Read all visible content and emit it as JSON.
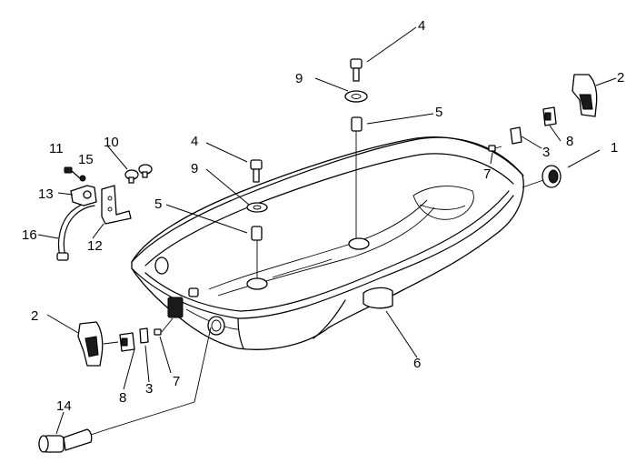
{
  "callouts": [
    {
      "id": "c1",
      "text": "1"
    },
    {
      "id": "c2a",
      "text": "2"
    },
    {
      "id": "c2b",
      "text": "2"
    },
    {
      "id": "c3a",
      "text": "3"
    },
    {
      "id": "c3b",
      "text": "3"
    },
    {
      "id": "c4a",
      "text": "4"
    },
    {
      "id": "c4b",
      "text": "4"
    },
    {
      "id": "c5a",
      "text": "5"
    },
    {
      "id": "c5b",
      "text": "5"
    },
    {
      "id": "c6",
      "text": "6"
    },
    {
      "id": "c7a",
      "text": "7"
    },
    {
      "id": "c7b",
      "text": "7"
    },
    {
      "id": "c8a",
      "text": "8"
    },
    {
      "id": "c8b",
      "text": "8"
    },
    {
      "id": "c9a",
      "text": "9"
    },
    {
      "id": "c9b",
      "text": "9"
    },
    {
      "id": "c10",
      "text": "10"
    },
    {
      "id": "c11",
      "text": "11"
    },
    {
      "id": "c12",
      "text": "12"
    },
    {
      "id": "c13",
      "text": "13"
    },
    {
      "id": "c14",
      "text": "14"
    },
    {
      "id": "c15",
      "text": "15"
    },
    {
      "id": "c16",
      "text": "16"
    }
  ]
}
